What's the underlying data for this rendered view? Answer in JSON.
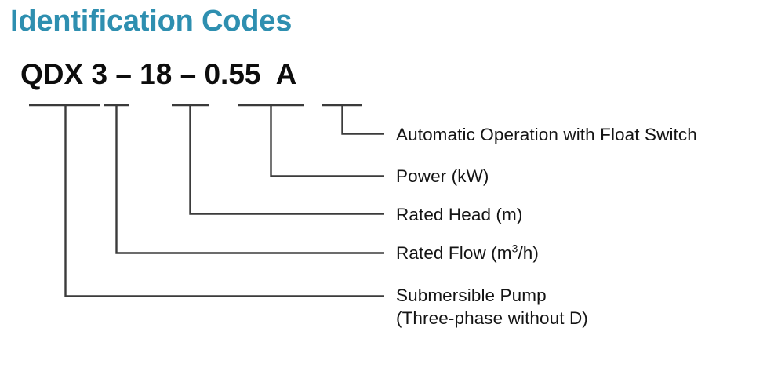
{
  "title": "Identification Codes",
  "colors": {
    "title": "#2e8fb0",
    "text": "#141414",
    "line": "#3b3b3b",
    "background": "#ffffff"
  },
  "code": {
    "full": "QDX 3 – 18 – 0.55  A",
    "segments": [
      {
        "name": "series",
        "text": "QDX"
      },
      {
        "name": "rated-flow",
        "text": "3"
      },
      {
        "name": "rated-head",
        "text": "18"
      },
      {
        "name": "power",
        "text": "0.55"
      },
      {
        "name": "automatic",
        "text": "A"
      }
    ],
    "separator": "–"
  },
  "callouts": [
    {
      "key": "automatic",
      "label": "Automatic Operation with Float Switch",
      "label2": ""
    },
    {
      "key": "power",
      "label": "Power (kW)",
      "label2": ""
    },
    {
      "key": "rated-head",
      "label": "Rated Head (m)",
      "label2": ""
    },
    {
      "key": "rated-flow",
      "label_before": "Rated Flow (m",
      "label_sup": "3",
      "label_after": "/h)"
    },
    {
      "key": "submersible-pump",
      "label": "Submersible Pump",
      "label2": "(Three-phase without D)"
    }
  ]
}
